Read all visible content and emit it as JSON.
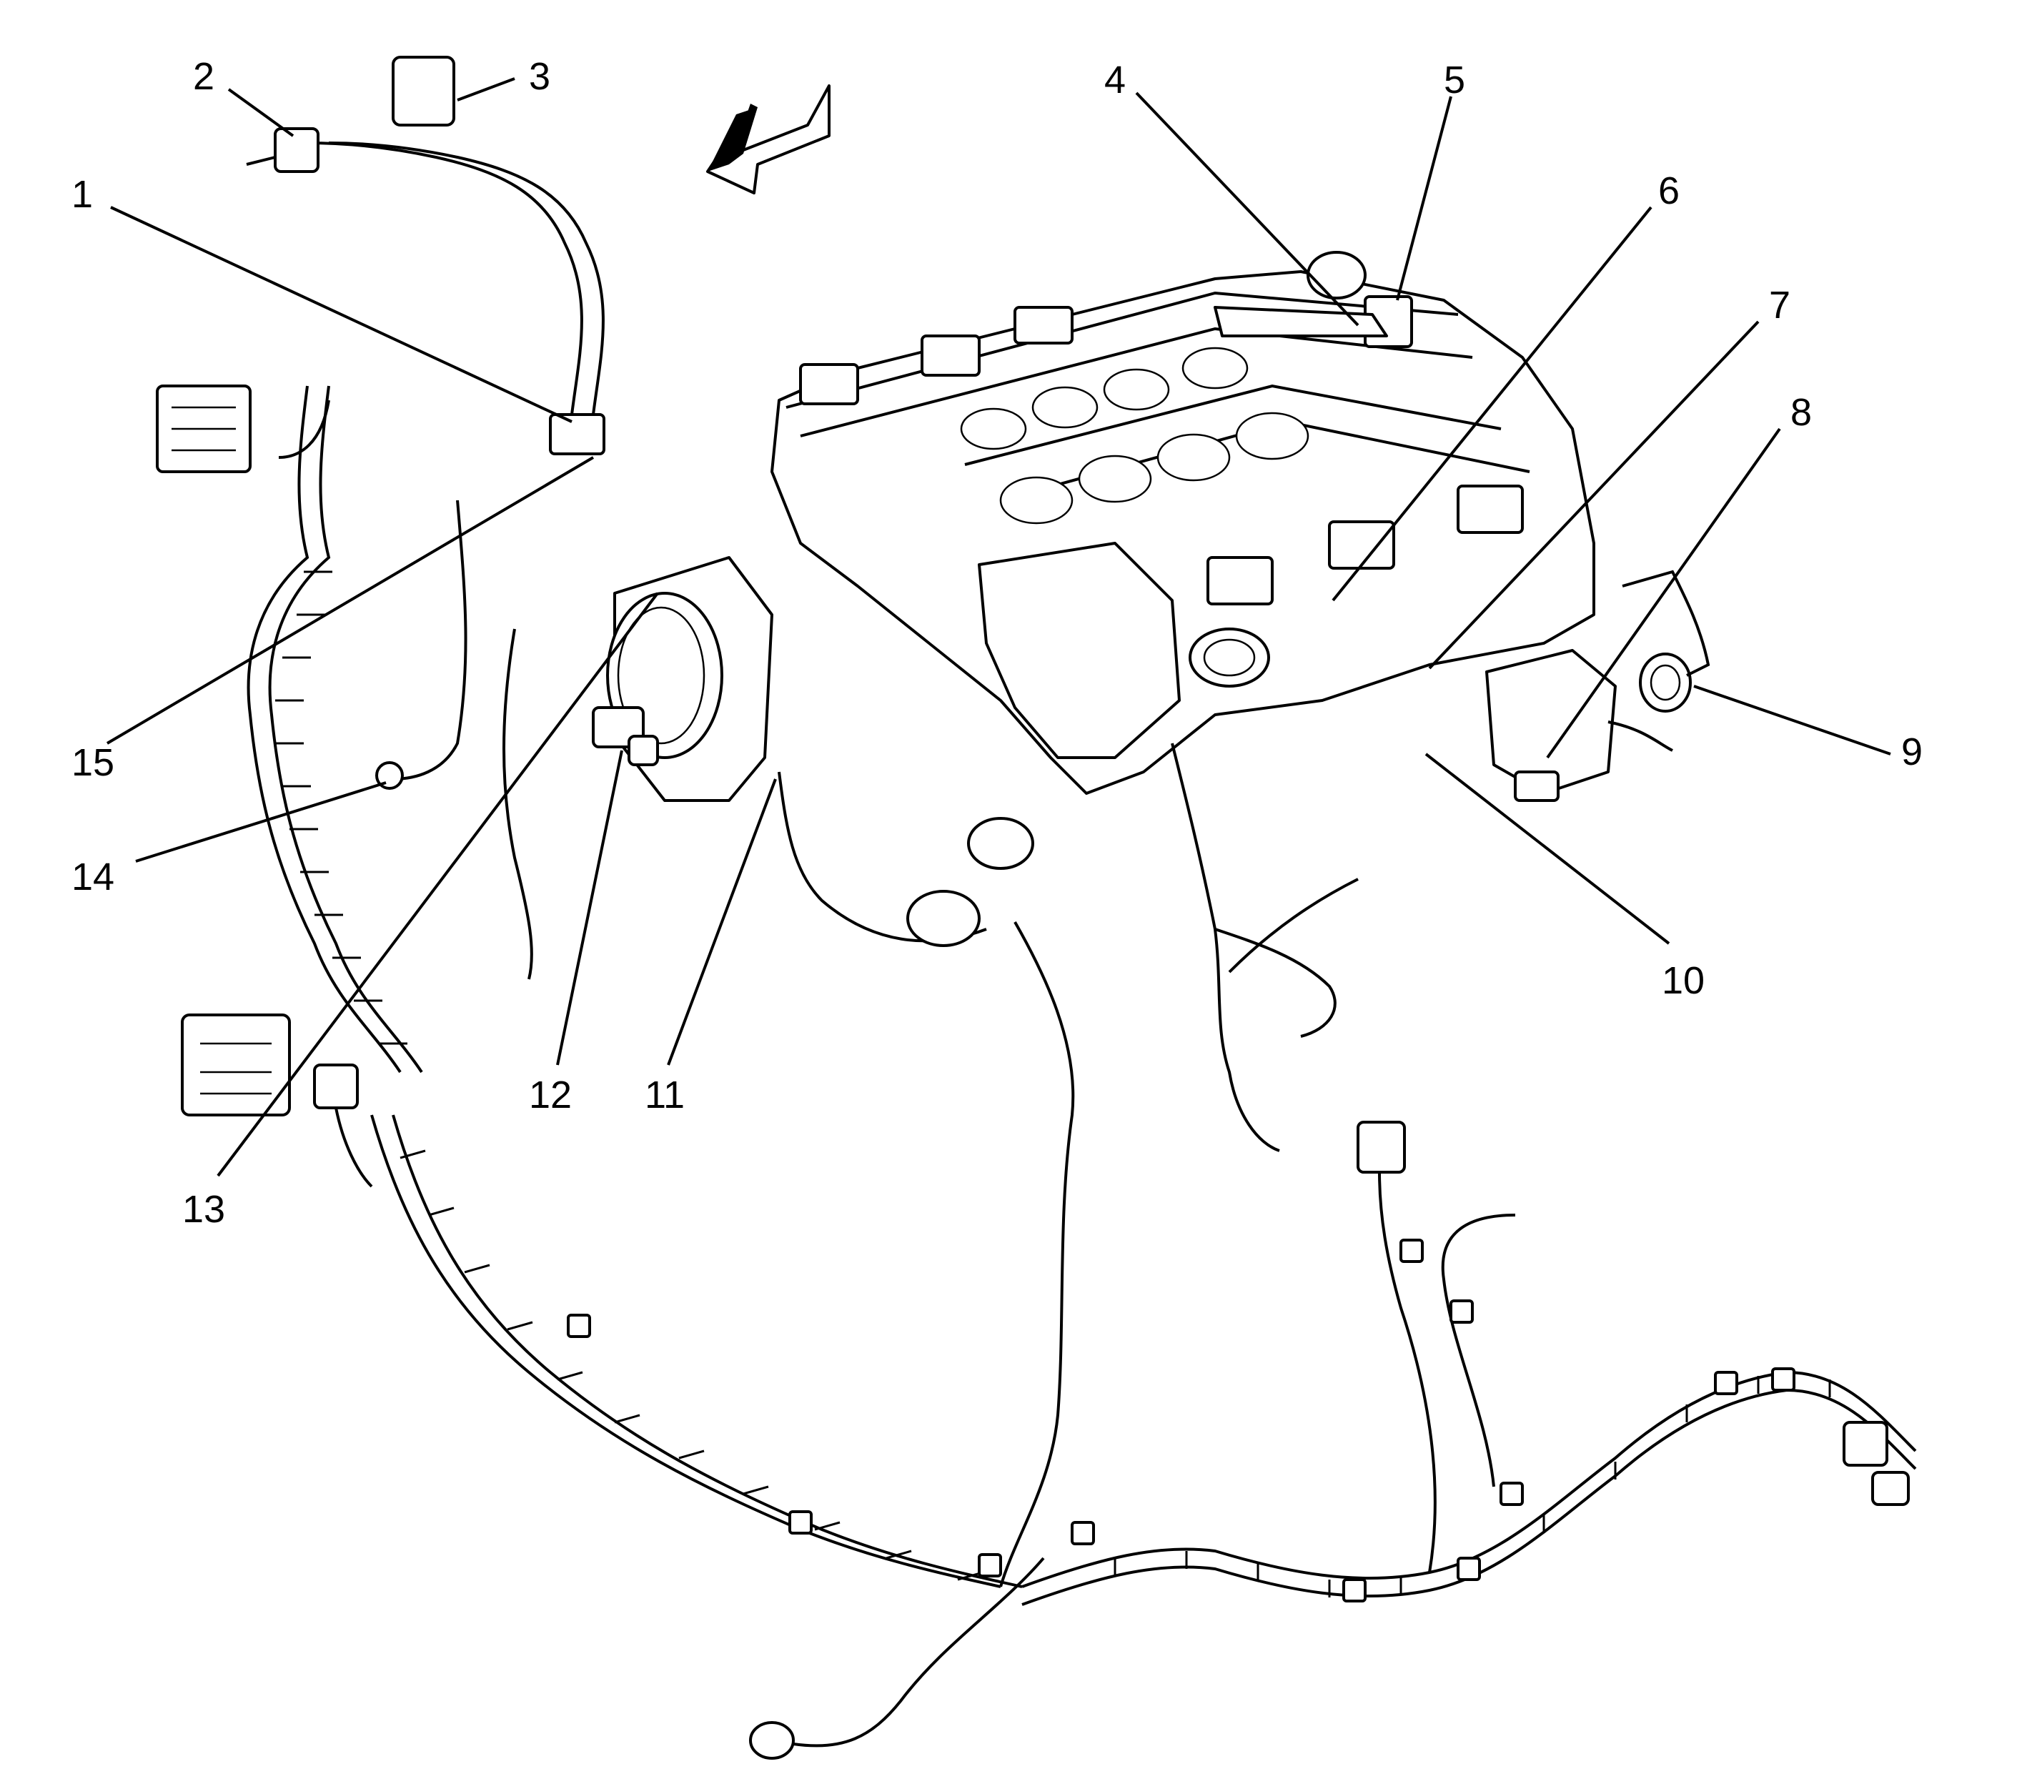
{
  "diagram": {
    "callouts": [
      {
        "id": "1",
        "label": "1"
      },
      {
        "id": "2",
        "label": "2"
      },
      {
        "id": "3",
        "label": "3"
      },
      {
        "id": "4",
        "label": "4"
      },
      {
        "id": "5",
        "label": "5"
      },
      {
        "id": "6",
        "label": "6"
      },
      {
        "id": "7",
        "label": "7"
      },
      {
        "id": "8",
        "label": "8"
      },
      {
        "id": "9",
        "label": "9"
      },
      {
        "id": "10",
        "label": "10"
      },
      {
        "id": "11",
        "label": "11"
      },
      {
        "id": "12",
        "label": "12"
      },
      {
        "id": "13",
        "label": "13"
      },
      {
        "id": "14",
        "label": "14"
      },
      {
        "id": "15",
        "label": "15"
      }
    ],
    "orientation_arrow_icon": "front-direction-arrow-icon"
  }
}
